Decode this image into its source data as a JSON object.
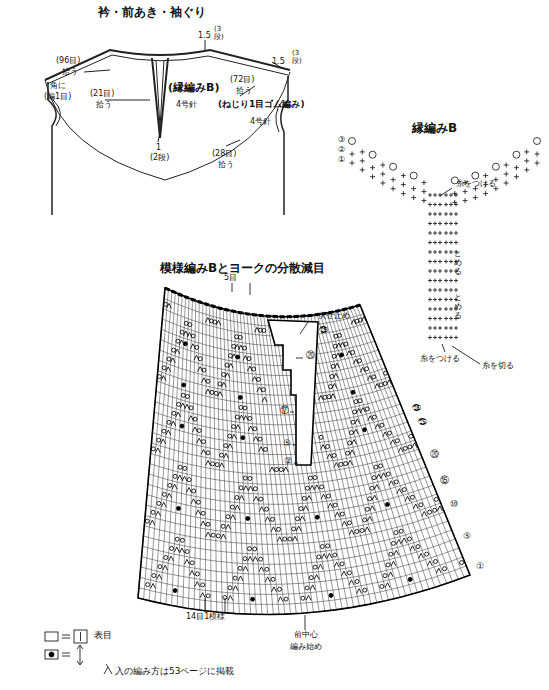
{
  "diagram": {
    "labels": [
      "衿・前あき・袖ぐり",
      "1.5",
      "(3段)",
      "1.5",
      "(3段)",
      "(96目)",
      "拾う",
      "角に",
      "(編1目)",
      "(21目)",
      "拾う",
      "(縁編みB)",
      "4号針",
      "(72目)",
      "拾う",
      "(ねじり1目ゴム編み)",
      "4号針",
      "(28目)",
      "拾う",
      "1",
      "(2段)",
      "縁編みB",
      "③",
      "②",
      "①",
      "糸をつける",
      "とめる",
      "とめる",
      "糸をつける",
      "糸を切る",
      "模様編みBとヨークの分散減目",
      "5目",
      "伏せ止め",
      "㉙",
      "⑳",
      "⑰",
      "⑤",
      "②",
      "㉘",
      "㉕",
      "⑳",
      "⑮",
      "⑩",
      "⑤",
      "①",
      "14目1模様",
      "前中心",
      "編み始め",
      "入の編み方は53ページに掲載"
    ],
    "legend": [
      {
        "text": "表目"
      }
    ]
  }
}
